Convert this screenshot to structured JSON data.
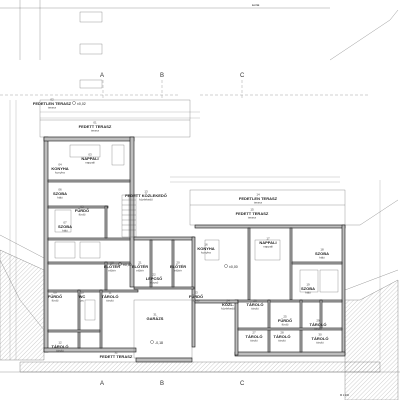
{
  "top_note": "korlát",
  "axes": {
    "a": "A",
    "b": "B",
    "c": "C"
  },
  "levels": {
    "upper": "±0,02",
    "mid": "±0,00",
    "mid2": "±0,00",
    "low": "-0,18"
  },
  "rooms": [
    {
      "id": "terasz-top",
      "name": "FEDETT TERASZ",
      "sub": "terasz"
    },
    {
      "id": "fedetlen-top",
      "name": "FEDETLEN TERASZ",
      "sub": "terasz"
    },
    {
      "id": "nappali-left",
      "name": "NAPPALI",
      "sub": "nappali"
    },
    {
      "id": "konyha-left",
      "name": "KONYHA",
      "sub": "konyha"
    },
    {
      "id": "furdo-left",
      "name": "FÜRDŐ",
      "sub": "fürdő"
    },
    {
      "id": "szoba-left",
      "name": "SZOBA",
      "sub": "háló"
    },
    {
      "id": "szoba-left2",
      "name": "SZOBA",
      "sub": "háló"
    },
    {
      "id": "eloter-left",
      "name": "ELŐTÉR",
      "sub": "előtér"
    },
    {
      "id": "furdo-left2",
      "name": "FÜRDŐ",
      "sub": "fürdő"
    },
    {
      "id": "wc-left",
      "name": "WC",
      "sub": "wc"
    },
    {
      "id": "tarolo-left",
      "name": "TÁROLÓ",
      "sub": "tároló"
    },
    {
      "id": "tarolo-left2",
      "name": "TÁROLÓ",
      "sub": "tároló"
    },
    {
      "id": "fedett-kozl",
      "name": "FEDETT KÖZLEKEDŐ",
      "sub": "közlekedő"
    },
    {
      "id": "fedetlen-mid",
      "name": "FEDETLEN TERASZ",
      "sub": "terasz"
    },
    {
      "id": "fedett-mid",
      "name": "FEDETT TERASZ",
      "sub": "terasz"
    },
    {
      "id": "konyha-right",
      "name": "KONYHA",
      "sub": "konyha"
    },
    {
      "id": "nappali-right",
      "name": "NAPPALI",
      "sub": "nappali"
    },
    {
      "id": "szoba-right",
      "name": "SZOBA",
      "sub": "háló"
    },
    {
      "id": "szoba-right2",
      "name": "SZOBA",
      "sub": "háló"
    },
    {
      "id": "eloter-right",
      "name": "ELŐTÉR",
      "sub": "előtér"
    },
    {
      "id": "eloter-mid",
      "name": "ELŐTÉR",
      "sub": "előtér"
    },
    {
      "id": "lepcso",
      "name": "LÉPCSŐ",
      "sub": "lépcső"
    },
    {
      "id": "furdo-mid",
      "name": "FÜRDŐ",
      "sub": "fürdő"
    },
    {
      "id": "kozl-right",
      "name": "KÖZL.",
      "sub": "közlekedő"
    },
    {
      "id": "furdo-right",
      "name": "FÜRDŐ",
      "sub": "fürdő"
    },
    {
      "id": "tarolo-right",
      "name": "TÁROLÓ",
      "sub": "tároló"
    },
    {
      "id": "tarolo-right2",
      "name": "TÁROLÓ",
      "sub": "tároló"
    },
    {
      "id": "tarolo-right3",
      "name": "TÁROLÓ",
      "sub": "tároló"
    },
    {
      "id": "tarolo-right4",
      "name": "TÁROLÓ",
      "sub": "tároló"
    },
    {
      "id": "tarolo-right5",
      "name": "TÁROLÓ",
      "sub": "tároló"
    },
    {
      "id": "garazs",
      "name": "GARÁZS",
      "sub": ""
    },
    {
      "id": "fedett-terasz-bottom",
      "name": "FEDETT TERASZ",
      "sub": ""
    }
  ],
  "room_numbers": [
    "01",
    "02",
    "03",
    "04",
    "05",
    "06",
    "07",
    "08",
    "09",
    "10",
    "11",
    "12",
    "13",
    "14",
    "15",
    "16",
    "17",
    "18",
    "19",
    "20",
    "21",
    "22",
    "23",
    "24",
    "25",
    "26",
    "27",
    "28",
    "29",
    "30",
    "31",
    "32"
  ],
  "footer_note": "M 1:100"
}
